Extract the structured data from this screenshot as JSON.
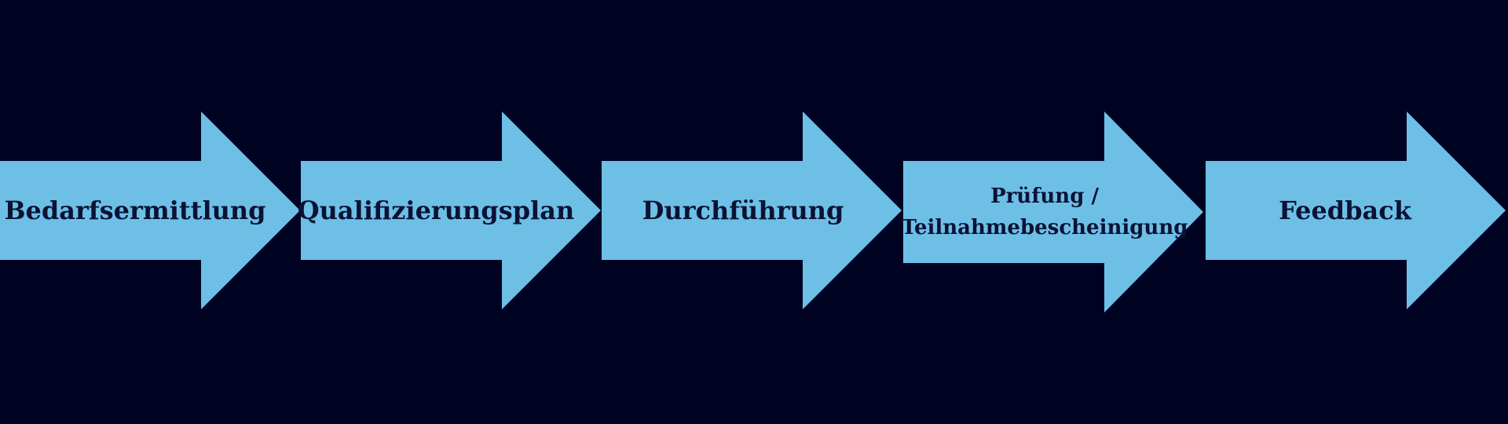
{
  "colors": {
    "background": "#000222",
    "arrow_fill": "#6dbfe6",
    "label_text": "#0c1234"
  },
  "steps": [
    {
      "label": "Bedarfsermittlung"
    },
    {
      "label": "Qualifizierungsplan"
    },
    {
      "label": "Durchführung"
    },
    {
      "label_lines": [
        "Prüfung /",
        "Teilnahmebescheinigung"
      ]
    },
    {
      "label": "Feedback"
    }
  ]
}
